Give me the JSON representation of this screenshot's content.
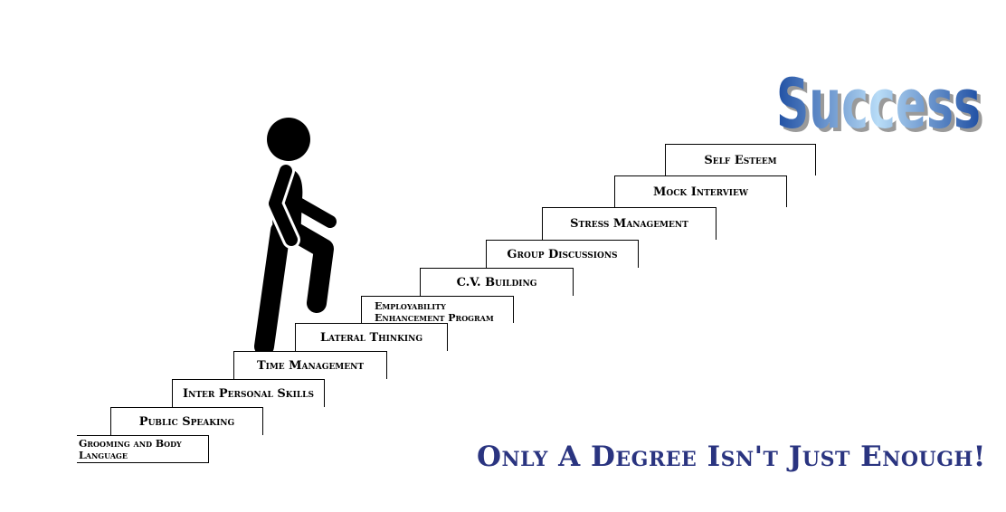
{
  "title": "Success",
  "tagline": "Only A Degree Isn't Just Enough!",
  "colors": {
    "tagline": "#2a3480",
    "success_light": "#9ec8f0",
    "success_dark": "#1f4fa3",
    "success_shadow": "#9a9a9a",
    "figure": "#000000"
  },
  "steps": [
    {
      "label": "Grooming and Body",
      "label2": "Language"
    },
    {
      "label": "Public Speaking"
    },
    {
      "label": "Inter Personal Skills"
    },
    {
      "label": "Time Management"
    },
    {
      "label": "Lateral Thinking"
    },
    {
      "label": "Employability",
      "label2": "Enhancement Program"
    },
    {
      "label": "C.V. Building"
    },
    {
      "label": "Group Discussions"
    },
    {
      "label": "Stress Management"
    },
    {
      "label": "Mock Interview"
    },
    {
      "label": "Self Esteem"
    }
  ],
  "icons": {
    "figure": "walking-person-icon"
  }
}
